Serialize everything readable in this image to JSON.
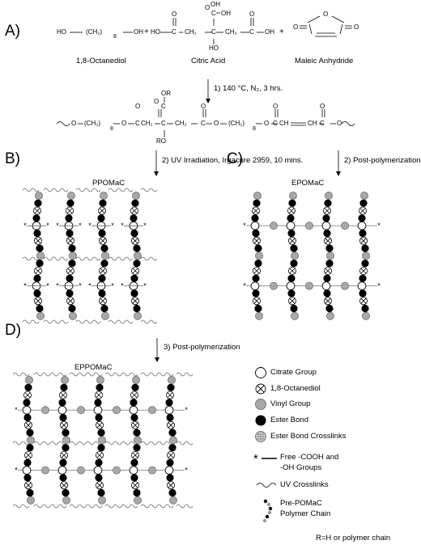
{
  "sections": {
    "a": "A)",
    "b": "B)",
    "c": "C)",
    "d": "D)"
  },
  "chem": {
    "ho": "HO",
    "oh": "OH",
    "ch2": "(CH₂)",
    "sub8": "8",
    "plus": "+",
    "o": "O",
    "c": "C",
    "ch2_text": "CH₂",
    "ch": "CH",
    "or": "OR",
    "ro": "RO"
  },
  "reagents": [
    "1,8-Octanediol",
    "Citric Acid",
    "Maleic Anhydride"
  ],
  "steps": {
    "step1": "1) 140 °C, N₂, 3 hrs.",
    "step2b": "2) UV Irradiation, Irgacure 2959, 10 mins.",
    "step2c": "2) Post-polymerization",
    "step3": "3) Post-polymerization"
  },
  "diagrams": {
    "ppomac": "PPOMaC",
    "epomac": "EPOMaC",
    "eppomac": "EPPOMaC"
  },
  "legend": {
    "citrate": "Citrate Group",
    "octanediol": "1,8-Octanediol",
    "vinyl": "Vinyl Group",
    "ester": "Ester Bond",
    "ester_crosslinks": "Ester Bond Crosslinks",
    "free_line1": "Free -COOH and",
    "free_line2": "-OH Groups",
    "uv": "UV Crosslinks",
    "prepolymer_line1": "Pre-POMaC",
    "prepolymer_line2": "Polymer Chain"
  },
  "footnote": "R=H or polymer chain"
}
